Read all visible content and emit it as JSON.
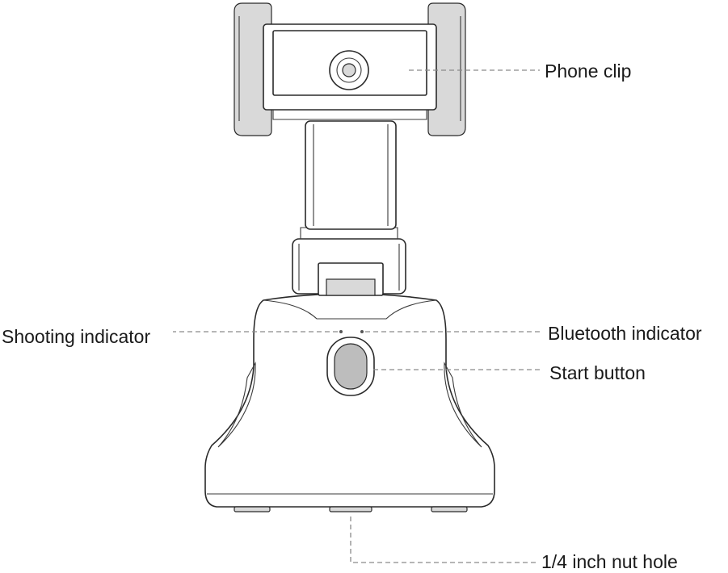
{
  "diagram": {
    "callouts": {
      "phone_clip": "Phone clip",
      "shooting_indicator": "Shooting indicator",
      "bluetooth_indicator": "Bluetooth indicator",
      "start_button": "Start button",
      "nut_hole": "1/4 inch nut hole"
    },
    "colors": {
      "line": "#2a2a2a",
      "leader": "#8a8a8a",
      "fill": "#ffffff",
      "shade": "#d9d9d9"
    }
  }
}
